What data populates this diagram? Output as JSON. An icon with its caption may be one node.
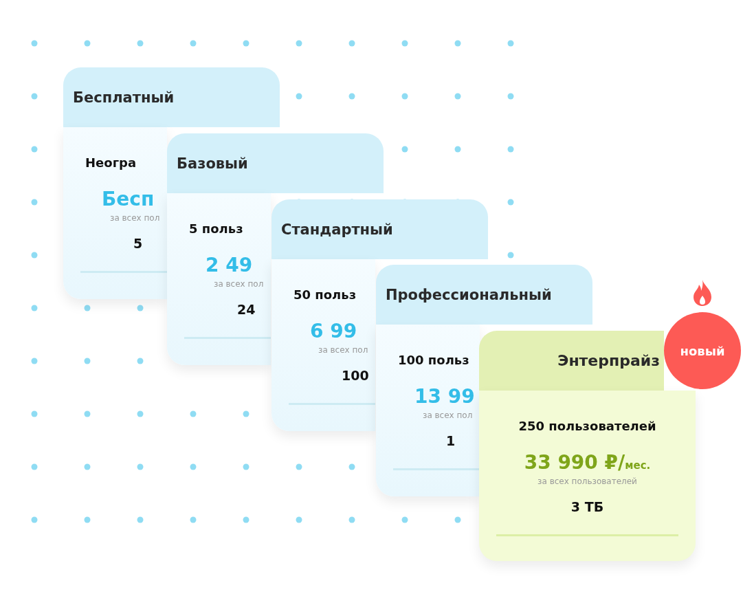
{
  "diagram": {
    "nodes": [
      {
        "text": [
          "Бесплатный",
          "Неогра",
          "Бесп",
          "за всех пол",
          "5"
        ]
      },
      {
        "text": [
          "Базовый",
          "5 польз",
          "2 49",
          "за всех пол",
          "24"
        ]
      },
      {
        "text": [
          "Стандартный",
          "50 польз",
          "6 99",
          "за всех пол",
          "100"
        ]
      },
      {
        "text": [
          "Профессиональный",
          "100 польз",
          "13 99",
          "за всех пол",
          "1"
        ]
      },
      {
        "text": [
          "Энтерпрайз",
          "250 пользователей",
          "33 990 ₽/",
          "мес.",
          "за всех пользователей",
          "3 ТБ"
        ]
      },
      {
        "text": [
          "новый"
        ]
      }
    ],
    "edges": []
  }
}
